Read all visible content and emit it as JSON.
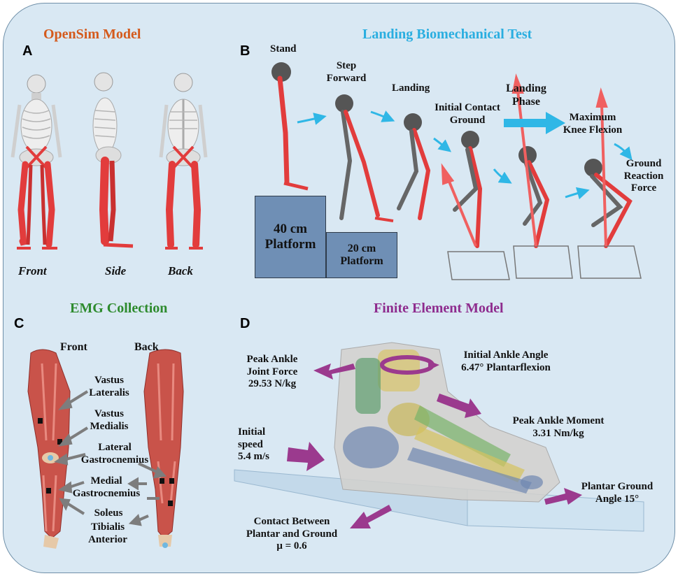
{
  "panel_a": {
    "letter": "A",
    "title": "OpenSim  Model",
    "views": [
      "Front",
      "Side",
      "Back"
    ]
  },
  "panel_b": {
    "letter": "B",
    "title": "Landing Biomechanical Test",
    "stand": "Stand",
    "step_forward": "Step\nForward",
    "landing": "Landing",
    "initial_contact": "Initial Contact\nGround",
    "landing_phase": "Landing\nPhase",
    "max_knee_flexion": "Maximum\nKnee Flexion",
    "grf": "Ground\nReaction\nForce",
    "platform_40": "40 cm\nPlatform",
    "platform_20": "20 cm\nPlatform"
  },
  "panel_c": {
    "letter": "C",
    "title": "EMG Collection",
    "front": "Front",
    "back": "Back",
    "muscles": [
      "Vastus\nLateralis",
      "Vastus\nMedialis",
      "Lateral\nGastrocnemius",
      "Medial\nGastrocnemius",
      "Soleus",
      "Tibialis\nAnterior"
    ]
  },
  "panel_d": {
    "letter": "D",
    "title": "Finite Element Model",
    "peak_force": "Peak Ankle\nJoint Force\n29.53 N/kg",
    "initial_angle": "Initial Ankle Angle\n6.47° Plantarflexion",
    "peak_moment": "Peak Ankle Moment\n3.31 Nm/kg",
    "initial_speed": "Initial\nspeed\n5.4 m/s",
    "plantar_angle": "Plantar Ground\nAngle 15°",
    "contact": "Contact Between\nPlantar and Ground\nμ = 0.6"
  },
  "colors": {
    "title_a": "#d45a1c",
    "title_b": "#2aaee0",
    "title_c": "#2e8b2e",
    "title_d": "#8e2c8e",
    "muscle": "#e23c3c",
    "arrow_blue": "#2fb7e6",
    "arrow_purple": "#9b3a8e",
    "arrow_grey": "#7d7d7d",
    "platform": "#6f8fb5",
    "force_arrow": "#f06060"
  }
}
